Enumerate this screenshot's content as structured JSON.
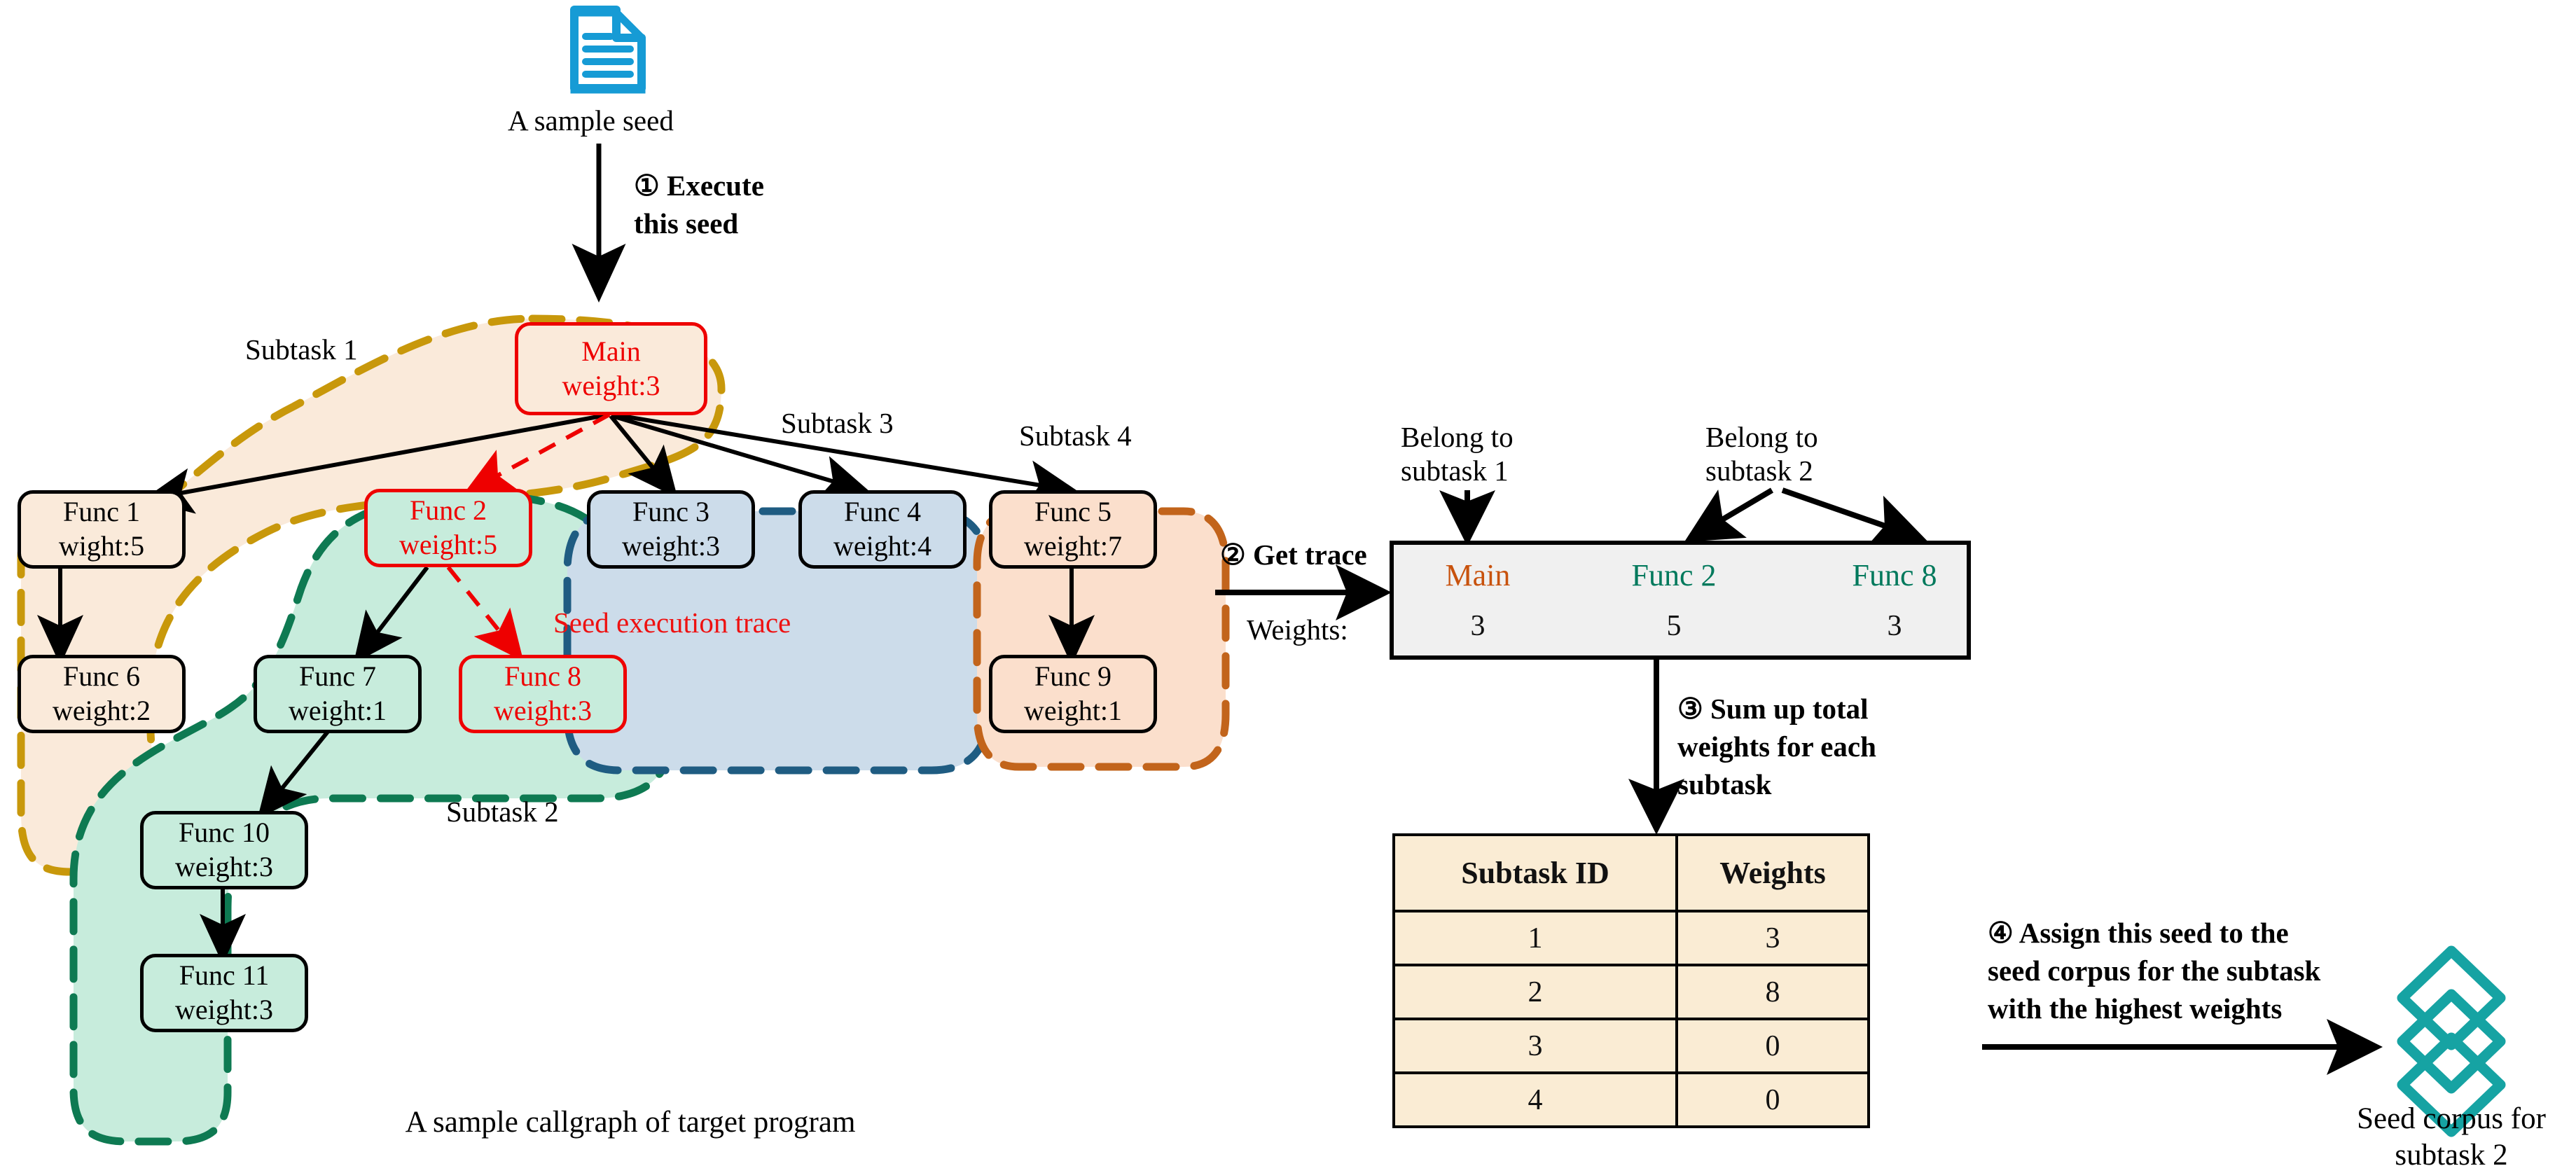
{
  "seed": {
    "icon": "document-icon",
    "icon_color": "#169bd5",
    "label": "A sample seed"
  },
  "steps": {
    "step1": "① Execute\nthis seed",
    "step1_line1": "① Execute",
    "step1_line2": "this seed",
    "step2": "② Get trace",
    "step3_line1": "③ Sum up total",
    "step3_line2": "weights for each",
    "step3_line3": "subtask",
    "step4_line1": "④ Assign this seed to the",
    "step4_line2": "seed corpus for the subtask",
    "step4_line3": "with the highest weights"
  },
  "callgraph": {
    "caption": "A sample callgraph of target program",
    "trace_label": "Seed execution trace",
    "nodes": [
      {
        "id": "main",
        "name": "Main",
        "weight": "weight:3",
        "highlight": true
      },
      {
        "id": "f1",
        "name": "Func 1",
        "weight": "wight:5",
        "highlight": false
      },
      {
        "id": "f2",
        "name": "Func 2",
        "weight": "weight:5",
        "highlight": true
      },
      {
        "id": "f3",
        "name": "Func 3",
        "weight": "weight:3",
        "highlight": false
      },
      {
        "id": "f4",
        "name": "Func 4",
        "weight": "weight:4",
        "highlight": false
      },
      {
        "id": "f5",
        "name": "Func 5",
        "weight": "weight:7",
        "highlight": false
      },
      {
        "id": "f6",
        "name": "Func 6",
        "weight": "weight:2",
        "highlight": false
      },
      {
        "id": "f7",
        "name": "Func 7",
        "weight": "weight:1",
        "highlight": false
      },
      {
        "id": "f8",
        "name": "Func 8",
        "weight": "weight:3",
        "highlight": true
      },
      {
        "id": "f9",
        "name": "Func 9",
        "weight": "weight:1",
        "highlight": false
      },
      {
        "id": "f10",
        "name": "Func 10",
        "weight": "weight:3",
        "highlight": false
      },
      {
        "id": "f11",
        "name": "Func 11",
        "weight": "weight:3",
        "highlight": false
      }
    ],
    "subtasks": [
      {
        "id": 1,
        "label": "Subtask 1",
        "fill": "#faeada",
        "stroke": "#c8980b"
      },
      {
        "id": 2,
        "label": "Subtask 2",
        "fill": "#c7ecdc",
        "stroke": "#0e7a52"
      },
      {
        "id": 3,
        "label": "Subtask 3",
        "fill": "#ccdcea",
        "stroke": "#1f5c82"
      },
      {
        "id": 4,
        "label": "Subtask 4",
        "fill": "#fbdfcc",
        "stroke": "#c2641b"
      }
    ]
  },
  "trace": {
    "weights_label": "Weights:",
    "belong1_line1": "Belong to",
    "belong1_line2": "subtask 1",
    "belong2_line1": "Belong to",
    "belong2_line2": "subtask 2",
    "items": [
      {
        "name": "Main",
        "weight": "3",
        "color": "#c8520d"
      },
      {
        "name": "Func 2",
        "weight": "5",
        "color": "#00795c"
      },
      {
        "name": "Func 8",
        "weight": "3",
        "color": "#00795c"
      }
    ],
    "arrow": "→"
  },
  "table": {
    "headers": [
      "Subtask ID",
      "Weights"
    ],
    "rows": [
      {
        "id": "1",
        "weight": "3",
        "highlight": false
      },
      {
        "id": "2",
        "weight": "8",
        "highlight": true
      },
      {
        "id": "3",
        "weight": "0",
        "highlight": false
      },
      {
        "id": "4",
        "weight": "0",
        "highlight": false
      }
    ],
    "highlight_color": "#ee0000"
  },
  "corpus": {
    "icon": "stacked-layers-icon",
    "icon_color": "#16a3a3",
    "label_line1": "Seed corpus for",
    "label_line2": "subtask 2"
  }
}
